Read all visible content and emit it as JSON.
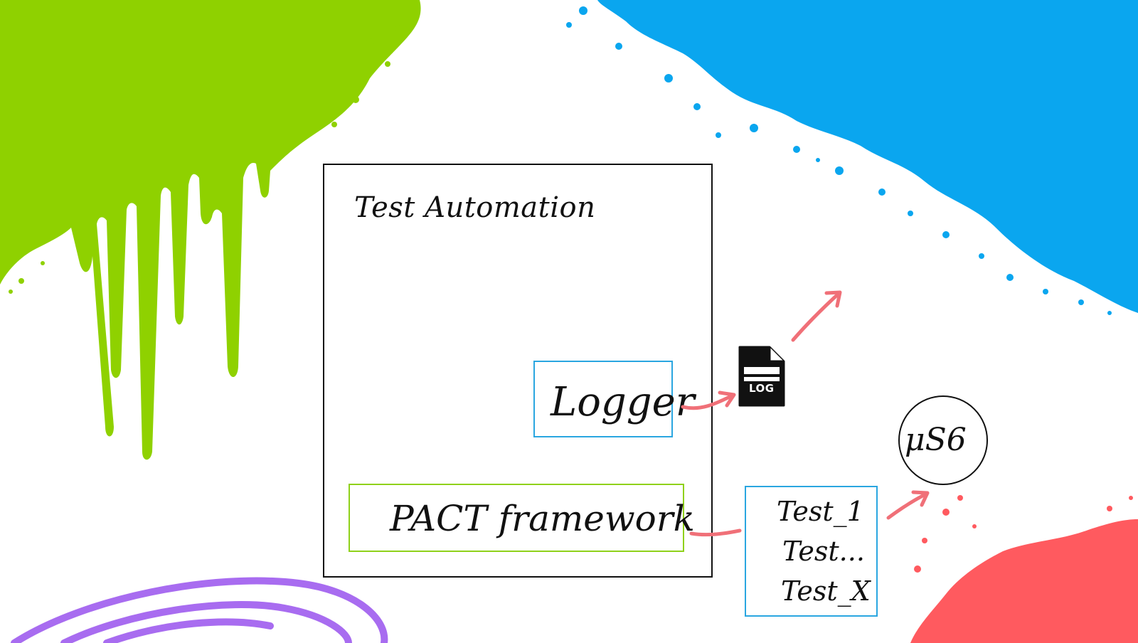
{
  "diagram": {
    "container_label": "Test Automation",
    "logger_label": "Logger",
    "framework_label": "PACT framework",
    "log_file_label": "LOG",
    "tests": [
      "Test_1",
      "Test...",
      "Test_X"
    ],
    "service_label": "μS6"
  },
  "colors": {
    "green_splash": "#8fd100",
    "blue_splash": "#0aa6ef",
    "red_splash": "#ff5a5f",
    "purple_scribble": "#a86cf0",
    "arrow": "#f07078",
    "logger_border": "#2aa6e0",
    "framework_border": "#8fd11a",
    "ink": "#111111"
  },
  "icons": [
    "log-file-icon"
  ]
}
